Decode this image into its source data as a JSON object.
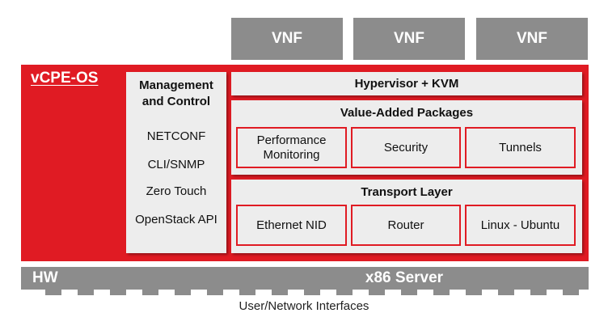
{
  "vnfs": [
    "VNF",
    "VNF",
    "VNF"
  ],
  "vcpe_title": "vCPE-OS",
  "management": {
    "title_line1": "Management",
    "title_line2": "and Control",
    "items": [
      "NETCONF",
      "CLI/SNMP",
      "Zero Touch",
      "OpenStack API"
    ]
  },
  "hypervisor": "Hypervisor + KVM",
  "value_added": {
    "title": "Value-Added Packages",
    "items": [
      {
        "line1": "Performance",
        "line2": "Monitoring"
      },
      {
        "line1": "Security",
        "line2": ""
      },
      {
        "line1": "Tunnels",
        "line2": ""
      }
    ]
  },
  "transport": {
    "title": "Transport Layer",
    "items": [
      "Ethernet NID",
      "Router",
      "Linux - Ubuntu"
    ]
  },
  "hw": {
    "label": "HW",
    "server": "x86 Server",
    "interfaces": "User/Network Interfaces"
  },
  "colors": {
    "red": "#e01b23",
    "gray": "#8c8c8c",
    "light": "#ededed"
  }
}
